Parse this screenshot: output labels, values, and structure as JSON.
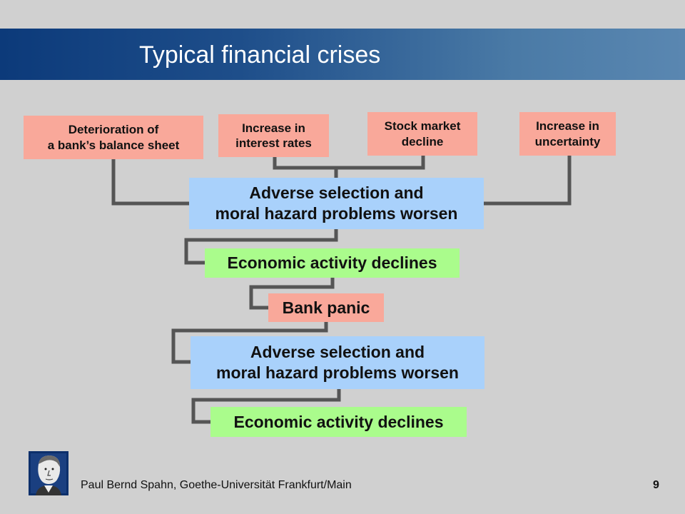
{
  "slide": {
    "title": "Typical financial crises",
    "footer": "Paul Bernd Spahn, Goethe-Universität Frankfurt/Main",
    "page_number": "9"
  },
  "diagram": {
    "causes": [
      {
        "label": "Deterioration of\na bank’s balance sheet"
      },
      {
        "label": "Increase in\ninterest rates"
      },
      {
        "label": "Stock market\ndecline"
      },
      {
        "label": "Increase in\nuncertainty"
      }
    ],
    "steps": [
      {
        "label": "Adverse selection and\nmoral hazard problems worsen"
      },
      {
        "label": "Economic activity declines"
      },
      {
        "label": "Bank panic"
      },
      {
        "label": "Adverse selection and\nmoral hazard problems worsen"
      },
      {
        "label": "Economic activity declines"
      }
    ]
  },
  "colors": {
    "cause_box": "#f9a89a",
    "adverse_box": "#a9d1fb",
    "economic_box": "#aafc8c",
    "connector": "#555555",
    "title_bar_start": "#0c3a7a",
    "title_bar_end": "#5a87b1"
  }
}
